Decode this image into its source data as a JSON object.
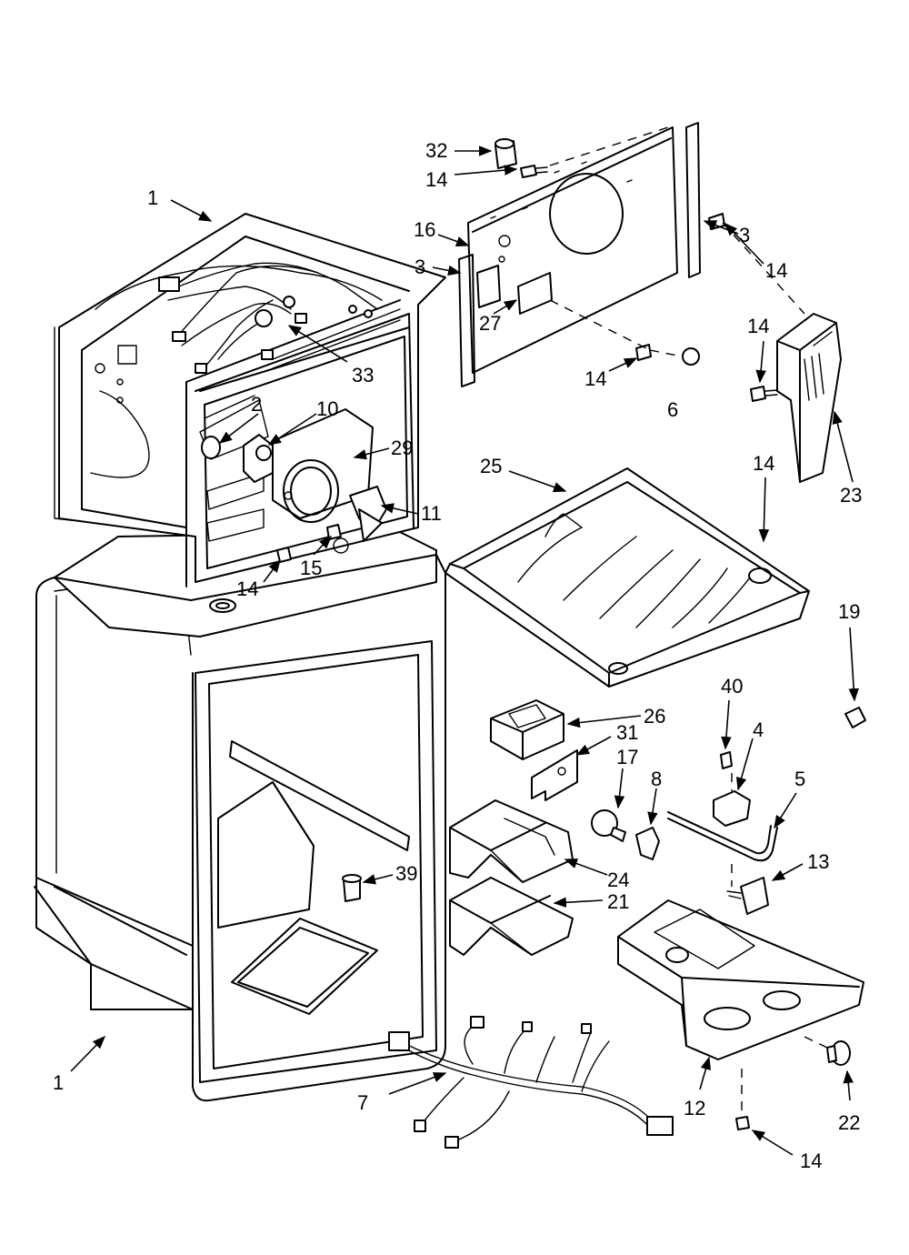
{
  "callouts": [
    {
      "label": "1"
    },
    {
      "label": "32"
    },
    {
      "label": "14"
    },
    {
      "label": "16"
    },
    {
      "label": "3"
    },
    {
      "label": "3"
    },
    {
      "label": "14"
    },
    {
      "label": "27"
    },
    {
      "label": "14"
    },
    {
      "label": "6"
    },
    {
      "label": "14"
    },
    {
      "label": "23"
    },
    {
      "label": "33"
    },
    {
      "label": "2"
    },
    {
      "label": "10"
    },
    {
      "label": "29"
    },
    {
      "label": "11"
    },
    {
      "label": "15"
    },
    {
      "label": "14"
    },
    {
      "label": "25"
    },
    {
      "label": "14"
    },
    {
      "label": "19"
    },
    {
      "label": "26"
    },
    {
      "label": "31"
    },
    {
      "label": "40"
    },
    {
      "label": "4"
    },
    {
      "label": "17"
    },
    {
      "label": "8"
    },
    {
      "label": "5"
    },
    {
      "label": "13"
    },
    {
      "label": "39"
    },
    {
      "label": "24"
    },
    {
      "label": "21"
    },
    {
      "label": "1"
    },
    {
      "label": "7"
    },
    {
      "label": "12"
    },
    {
      "label": "22"
    },
    {
      "label": "14"
    }
  ]
}
